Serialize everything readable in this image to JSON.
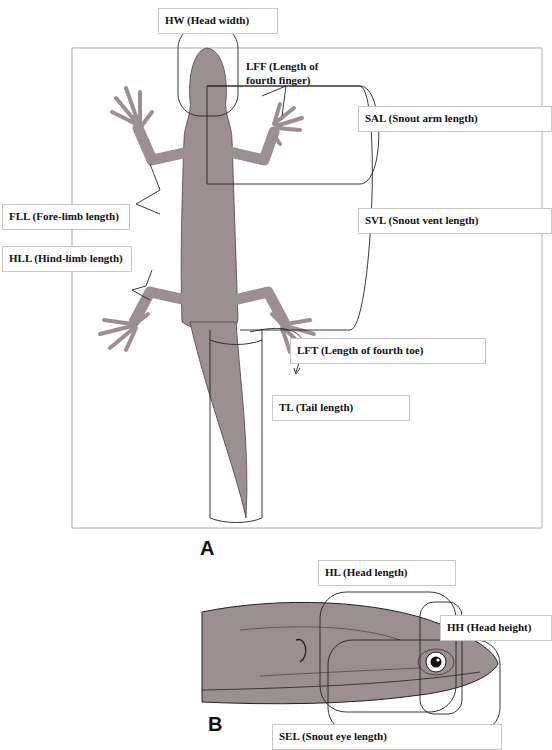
{
  "diagram": {
    "nodes": [
      {
        "text": [
          "HW (Head width)"
        ]
      },
      {
        "text": [
          "SAL (Snout arm length)"
        ]
      },
      {
        "text": [
          "SVL (Snout vent length)"
        ]
      },
      {
        "text": [
          "FLL (Fore-limb length)"
        ]
      },
      {
        "text": [
          "HLL (Hind-limb length)"
        ]
      },
      {
        "text": [
          "LFT (Length of fourth toe)"
        ]
      },
      {
        "text": [
          "TL (Tail length)"
        ]
      },
      {
        "text": [
          "HL (Head length)"
        ]
      },
      {
        "text": [
          "HH (Head height)"
        ]
      },
      {
        "text": [
          "SEL (Snout eye length)"
        ]
      }
    ],
    "labels": [
      "LFF (Length of fourth finger)",
      "A",
      "B"
    ]
  }
}
